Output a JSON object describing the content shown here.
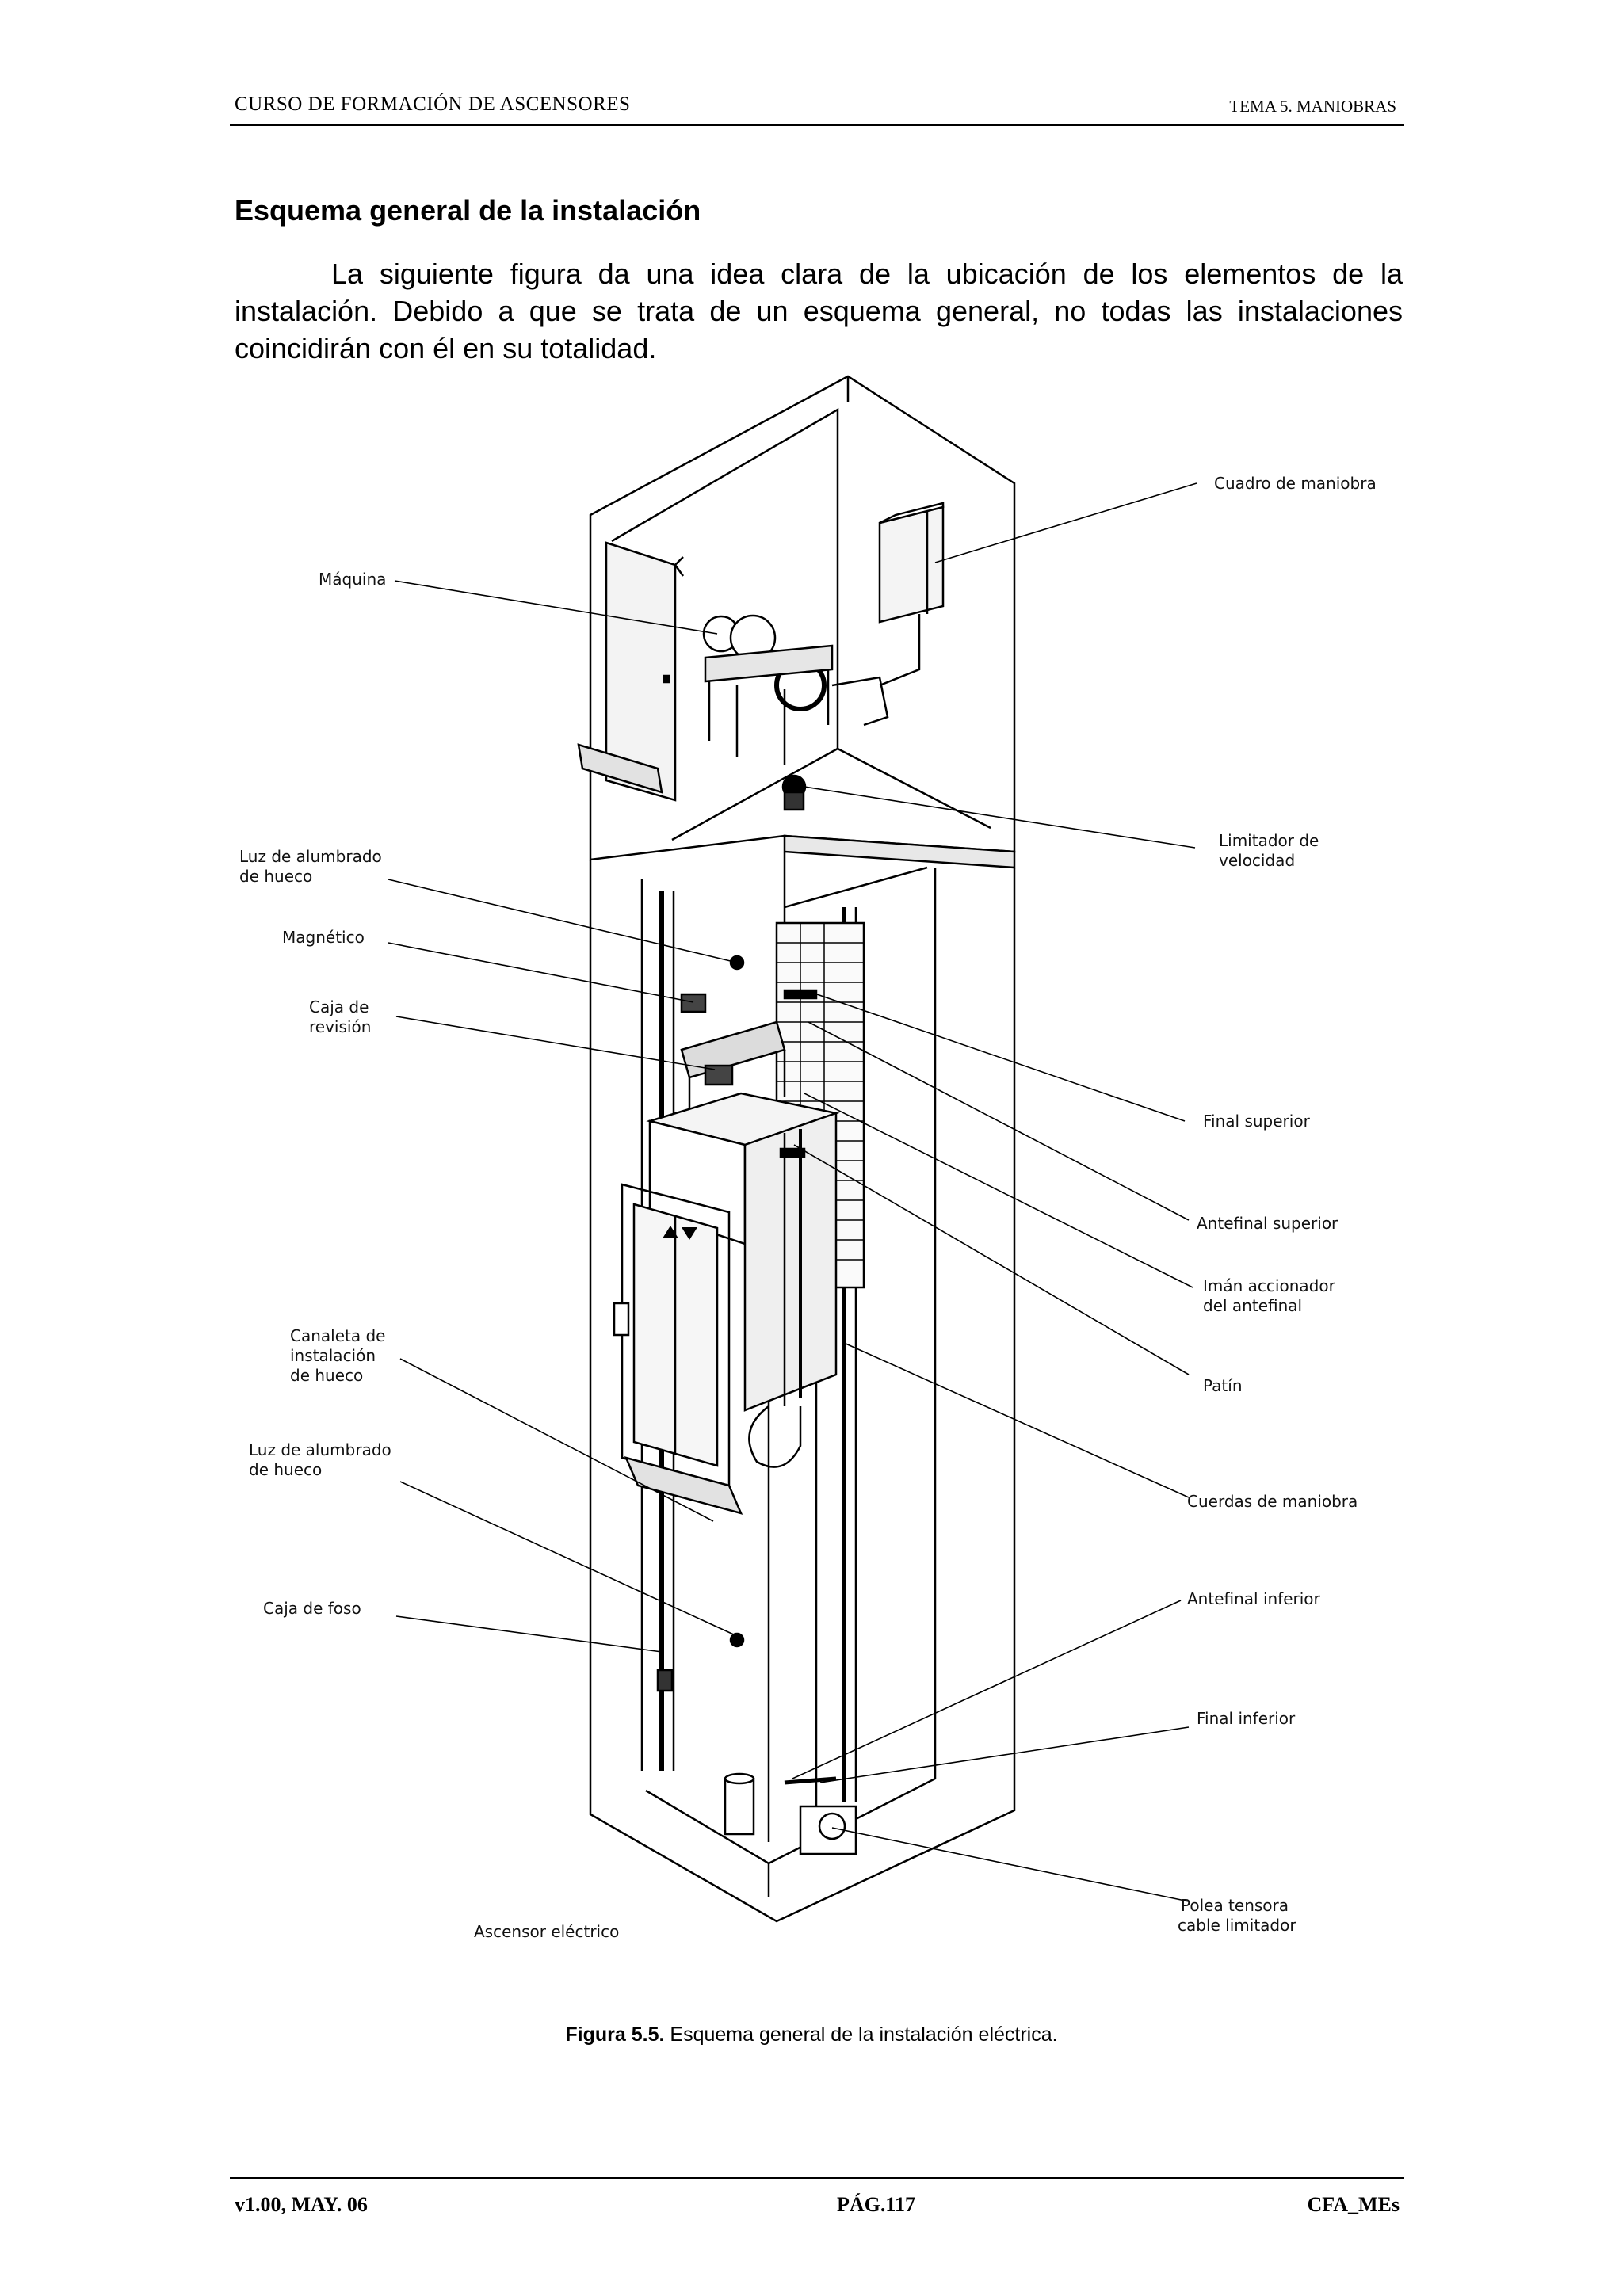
{
  "header": {
    "left": "CURSO DE FORMACIÓN DE ASCENSORES",
    "right": "TEMA 5. MANIOBRAS"
  },
  "section": {
    "title": "Esquema general de la instalación",
    "paragraph": "La siguiente figura da una idea clara de la ubicación de los elementos de la instalación. Debido a que se trata de un esquema general, no todas las instalaciones coincidirán con él en su totalidad."
  },
  "figure": {
    "labels": {
      "cuadro": "Cuadro de maniobra",
      "maquina": "Máquina",
      "limitador_1": "Limitador de",
      "limitador_2": "velocidad",
      "luz_sup_1": "Luz de alumbrado",
      "luz_sup_2": "de hueco",
      "magnetico": "Magnético",
      "caja_rev_1": "Caja de",
      "caja_rev_2": "revisión",
      "final_superior": "Final superior",
      "antefinal_superior": "Antefinal superior",
      "iman_1": "Imán accionador",
      "iman_2": "del  antefinal",
      "patin": "Patín",
      "canaleta_1": "Canaleta de",
      "canaleta_2": "instalación",
      "canaleta_3": "de hueco",
      "luz_inf_1": "Luz de alumbrado",
      "luz_inf_2": "de hueco",
      "cuerdas": "Cuerdas de maniobra",
      "antefinal_inferior": "Antefinal inferior",
      "caja_foso": "Caja de foso",
      "final_inferior": "Final inferior",
      "polea_1": "Polea tensora",
      "polea_2": "cable limitador",
      "ascensor": "Ascensor eléctrico"
    },
    "caption_label": "Figura 5.5.",
    "caption_text": " Esquema general de la instalación eléctrica."
  },
  "footer": {
    "left": "v1.00, MAY. 06",
    "center": "PÁG.117",
    "right": "CFA_MEs"
  }
}
